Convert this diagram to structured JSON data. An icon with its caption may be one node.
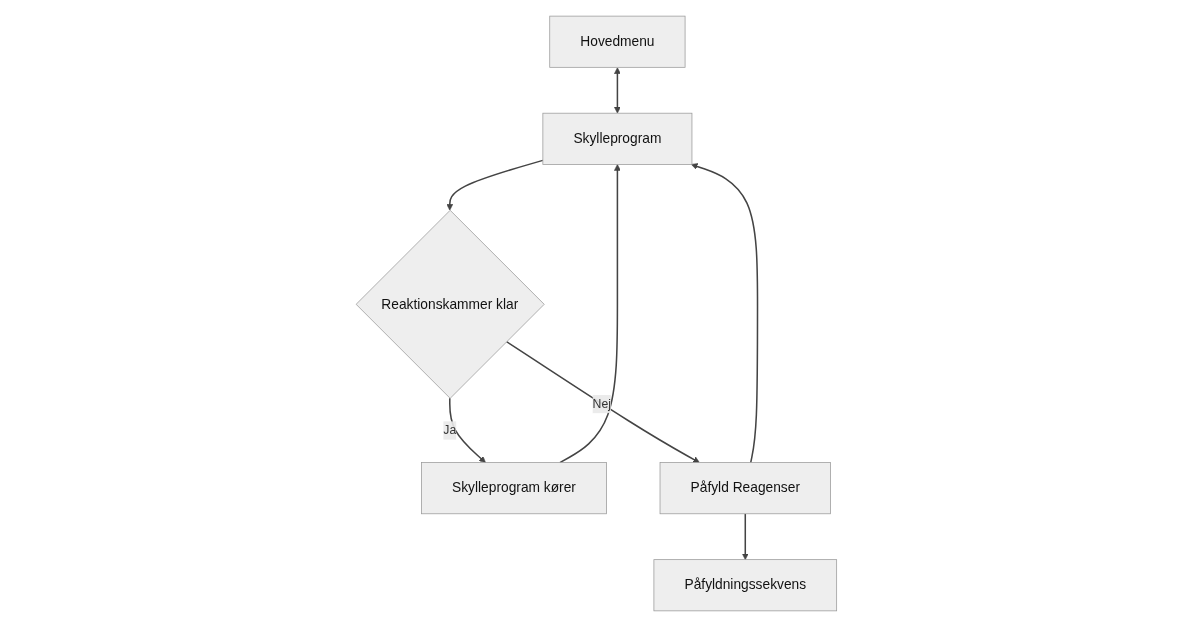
{
  "diagram": {
    "nodes": [
      {
        "text": [
          "Hovedmenu"
        ]
      },
      {
        "text": [
          "Skylleprogram"
        ]
      },
      {
        "text": [
          "Reaktionskammer klar"
        ]
      },
      {
        "text": [
          "Skylleprogram kører"
        ]
      },
      {
        "text": [
          "Påfyld Reagenser"
        ]
      },
      {
        "text": [
          "Påfyldningssekvens"
        ]
      }
    ],
    "edges": [
      {
        "from": 0,
        "to": 1,
        "arrow": "both"
      },
      {
        "from": 1,
        "to": 2,
        "arrow": "to"
      },
      {
        "from": 2,
        "to": 3,
        "label": "Ja",
        "arrow": "to"
      },
      {
        "from": 2,
        "to": 4,
        "label": "Nej",
        "arrow": "to"
      },
      {
        "from": 3,
        "to": 1,
        "arrow": "to"
      },
      {
        "from": 4,
        "to": 1,
        "arrow": "to"
      },
      {
        "from": 4,
        "to": 5,
        "arrow": "to"
      }
    ]
  }
}
